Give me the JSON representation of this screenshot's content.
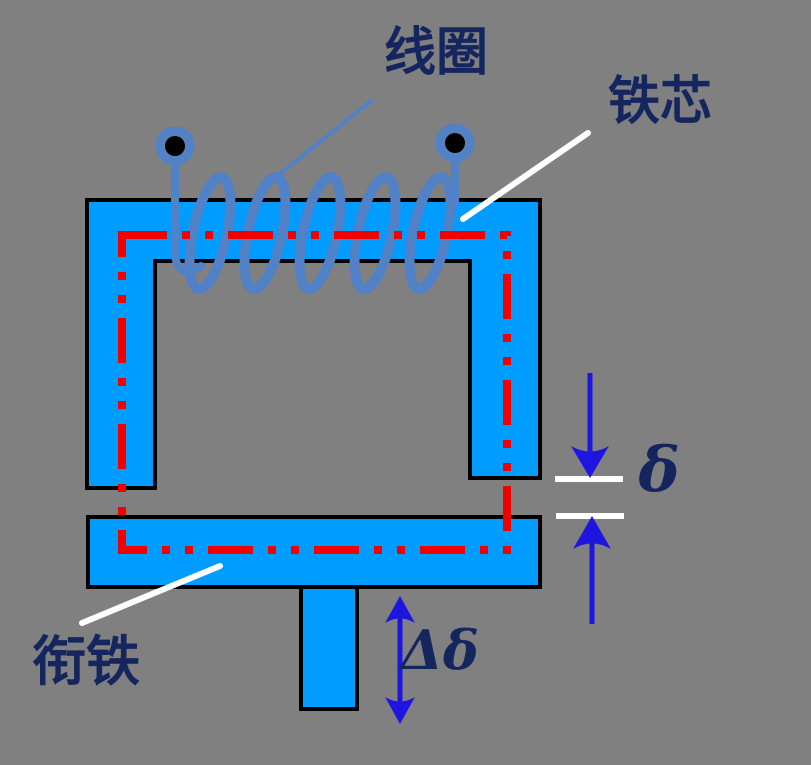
{
  "diagram": {
    "title": "variable-air-gap inductive sensor schematic",
    "labels": {
      "coil": "线圈",
      "core": "铁芯",
      "armature": "衔铁",
      "gap_symbol": "δ",
      "gap_change_symbol": "Δδ"
    },
    "colors": {
      "background": "#808080",
      "core_fill": "#009CFF",
      "outline": "#000000",
      "coil_blue": "#5181C6",
      "flux_red": "#F20000",
      "arrow_blue": "#1E16E0",
      "label_navy": "#15265F",
      "leader_white": "#FFFFFF",
      "terminal_dot": "#000000"
    }
  }
}
